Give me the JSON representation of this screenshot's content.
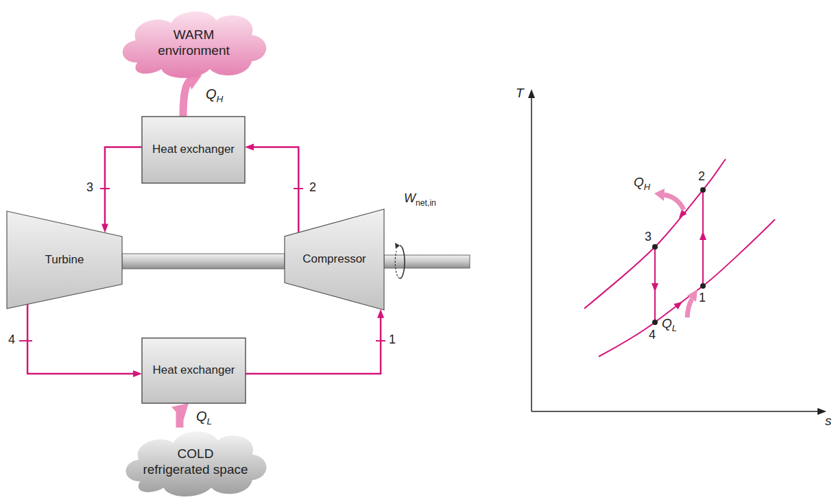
{
  "diagram": {
    "nodes": [
      {
        "text": [
          "WARM environment"
        ]
      },
      {
        "text": [
          "Heat exchanger"
        ]
      },
      {
        "text": [
          "Turbine"
        ]
      },
      {
        "text": [
          "Compressor"
        ]
      },
      {
        "text": [
          "Heat exchanger"
        ]
      },
      {
        "text": [
          "COLD refrigerated space"
        ]
      }
    ],
    "edges": [
      {
        "from": 3,
        "to": 1,
        "arrow": "to"
      },
      {
        "from": 1,
        "to": 2,
        "arrow": "to"
      },
      {
        "from": 2,
        "to": 4,
        "arrow": "to"
      },
      {
        "from": 4,
        "to": 3,
        "arrow": "to"
      },
      {
        "from": 1,
        "to": 0,
        "arrow": "to",
        "label": "QH"
      },
      {
        "from": 5,
        "to": 4,
        "arrow": "to",
        "label": "QL"
      }
    ],
    "labels": [
      "2",
      "3",
      "4",
      "1",
      "Wnet,in",
      "T",
      "s",
      "2",
      "3",
      "4",
      "1",
      "QH",
      "QL"
    ]
  }
}
